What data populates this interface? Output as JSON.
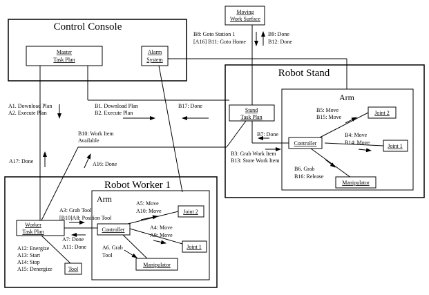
{
  "containers": {
    "control_console": "Control Console",
    "robot_stand": "Robot Stand",
    "stand_arm": "Arm",
    "robot_worker": "Robot Worker 1",
    "worker_arm": "Arm"
  },
  "nodes": {
    "moving_work_surface": [
      "Moving",
      "Work Surface"
    ],
    "master_task_plan": [
      "Master",
      "Task Plan"
    ],
    "alarm_system": [
      "Alarm",
      "System"
    ],
    "stand_task_plan": [
      "Stand",
      "Task Plan"
    ],
    "stand_controller": "Controller",
    "stand_joint2": "Joint 2",
    "stand_joint1": "Joint 1",
    "stand_manipulator": "Manipulator",
    "worker_task_plan": [
      "Worker",
      "Task Plan"
    ],
    "worker_controller": "Controller",
    "worker_joint2": "Joint 2",
    "worker_joint1": "Joint 1",
    "worker_manipulator": "Manipulator",
    "tool": "Tool"
  },
  "messages": {
    "b8_b11": [
      "B8: Goto Station 1",
      "[A16] B11: Goto Home"
    ],
    "b9_b12": [
      "B9: Done",
      "B12: Done"
    ],
    "a1_a2": [
      "A1. Download Plan",
      "A2. Execute Plan"
    ],
    "b1_b2": [
      "B1. Download Plan",
      "B2. Execute Plan"
    ],
    "b17": "B17: Done",
    "b10": [
      "B10: Work Item",
      "Available"
    ],
    "a17": "A17: Done",
    "a16": "A16: Done",
    "b7": "B7: Done",
    "b3_b13": [
      "B3: Grab Work Item",
      "B13: Store Work Item"
    ],
    "b5_b15": [
      "B5: Move",
      "B15: Move"
    ],
    "b4_b14": [
      "B4: Move",
      "B14: Move"
    ],
    "b6_b16": [
      "B6. Grab",
      "B16: Release"
    ],
    "a3_a8": [
      "A3: Grab Tool",
      "[B10]A8: Position Tool"
    ],
    "a5_a10": [
      "A5: Move",
      "A10: Move"
    ],
    "a4_a9": [
      "A4: Move",
      "A9: Move"
    ],
    "a6": [
      "A6. Grab",
      "Tool"
    ],
    "a7_a11": [
      "A7: Done",
      "A11: Done"
    ],
    "a12_a15": [
      "A12: Energize",
      "A13: Start",
      "A14: Stop",
      "A15: Denergize"
    ]
  },
  "colors": {
    "ink": "#000000",
    "background": "#ffffff"
  }
}
